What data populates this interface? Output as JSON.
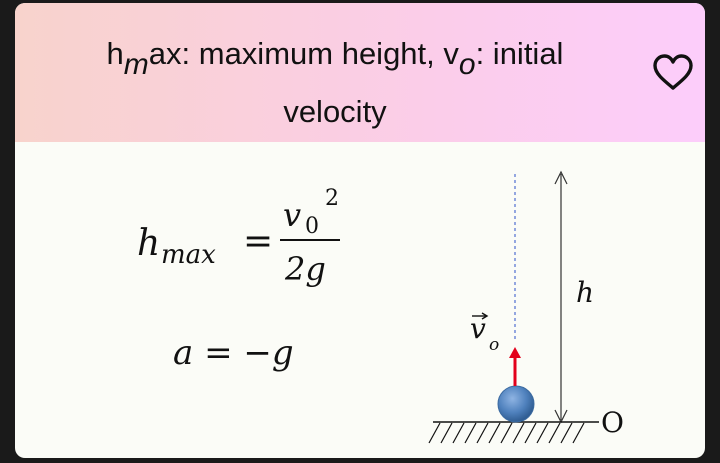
{
  "header": {
    "title_h": "h",
    "title_m": "m",
    "title_rest1": "ax: maximum height, v",
    "title_o": "o",
    "title_rest2": ": initial",
    "title_line2": "velocity"
  },
  "icons": {
    "favorite": "heart-icon"
  },
  "formulas": {
    "hmax_h": "h",
    "hmax_sub": "max",
    "equals": "=",
    "numerator_v": "v",
    "numerator_sub": "0",
    "numerator_sup": "2",
    "denominator": "2g",
    "accel": "a = −g"
  },
  "diagram": {
    "height_label": "h",
    "origin_label": "O",
    "velocity_v": "v",
    "velocity_sub": "o",
    "colors": {
      "ball": "#4f81bd",
      "arrow": "#e3001b",
      "guide": "#4f6fd1"
    }
  }
}
